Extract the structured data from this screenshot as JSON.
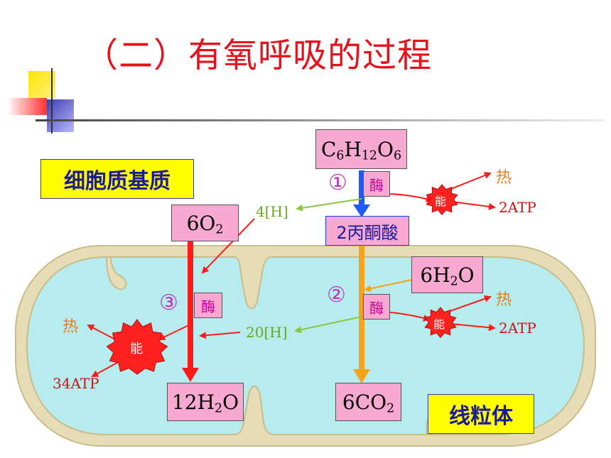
{
  "title": "（二）有氧呼吸的过程",
  "cytoplasm_label": "细胞质基质",
  "mitochondria_label": "线粒体",
  "glucose": {
    "c": "C",
    "c_n": "6",
    "h": "H",
    "h_n": "12",
    "o": "O",
    "o_n": "6"
  },
  "pyruvate": "2丙酮酸",
  "oxygen": {
    "text": "6O",
    "n": "2"
  },
  "water_in": {
    "text": "6H",
    "n": "2",
    "tail": "O"
  },
  "water_out": {
    "text": "12H",
    "n": "2",
    "tail": "O"
  },
  "co2": {
    "text": "6CO",
    "n": "2"
  },
  "enzyme": "酶",
  "energy": "能",
  "heat": "热",
  "step1": "①",
  "step2": "②",
  "step3": "③",
  "h_stage1": "4[H]",
  "h_stage2": "20[H]",
  "atp_stage1": "2ATP",
  "atp_stage2": "2ATP",
  "atp_stage3": "34ATP",
  "colors": {
    "title": "#e8101a",
    "enzyme_box": "#f7a9d2",
    "label_box": "#ffff00",
    "mito_outer": "#e6ddb6",
    "mito_inner": "#b7ecee",
    "arrow_blue": "#1f5cf5",
    "arrow_orange": "#f7a21b",
    "arrow_red": "#ff1a1a",
    "h_arrow": "#8cc63f",
    "atp_text": "#cc1111",
    "heat_text": "#f07a1a",
    "energy_star": "#ff2020"
  }
}
